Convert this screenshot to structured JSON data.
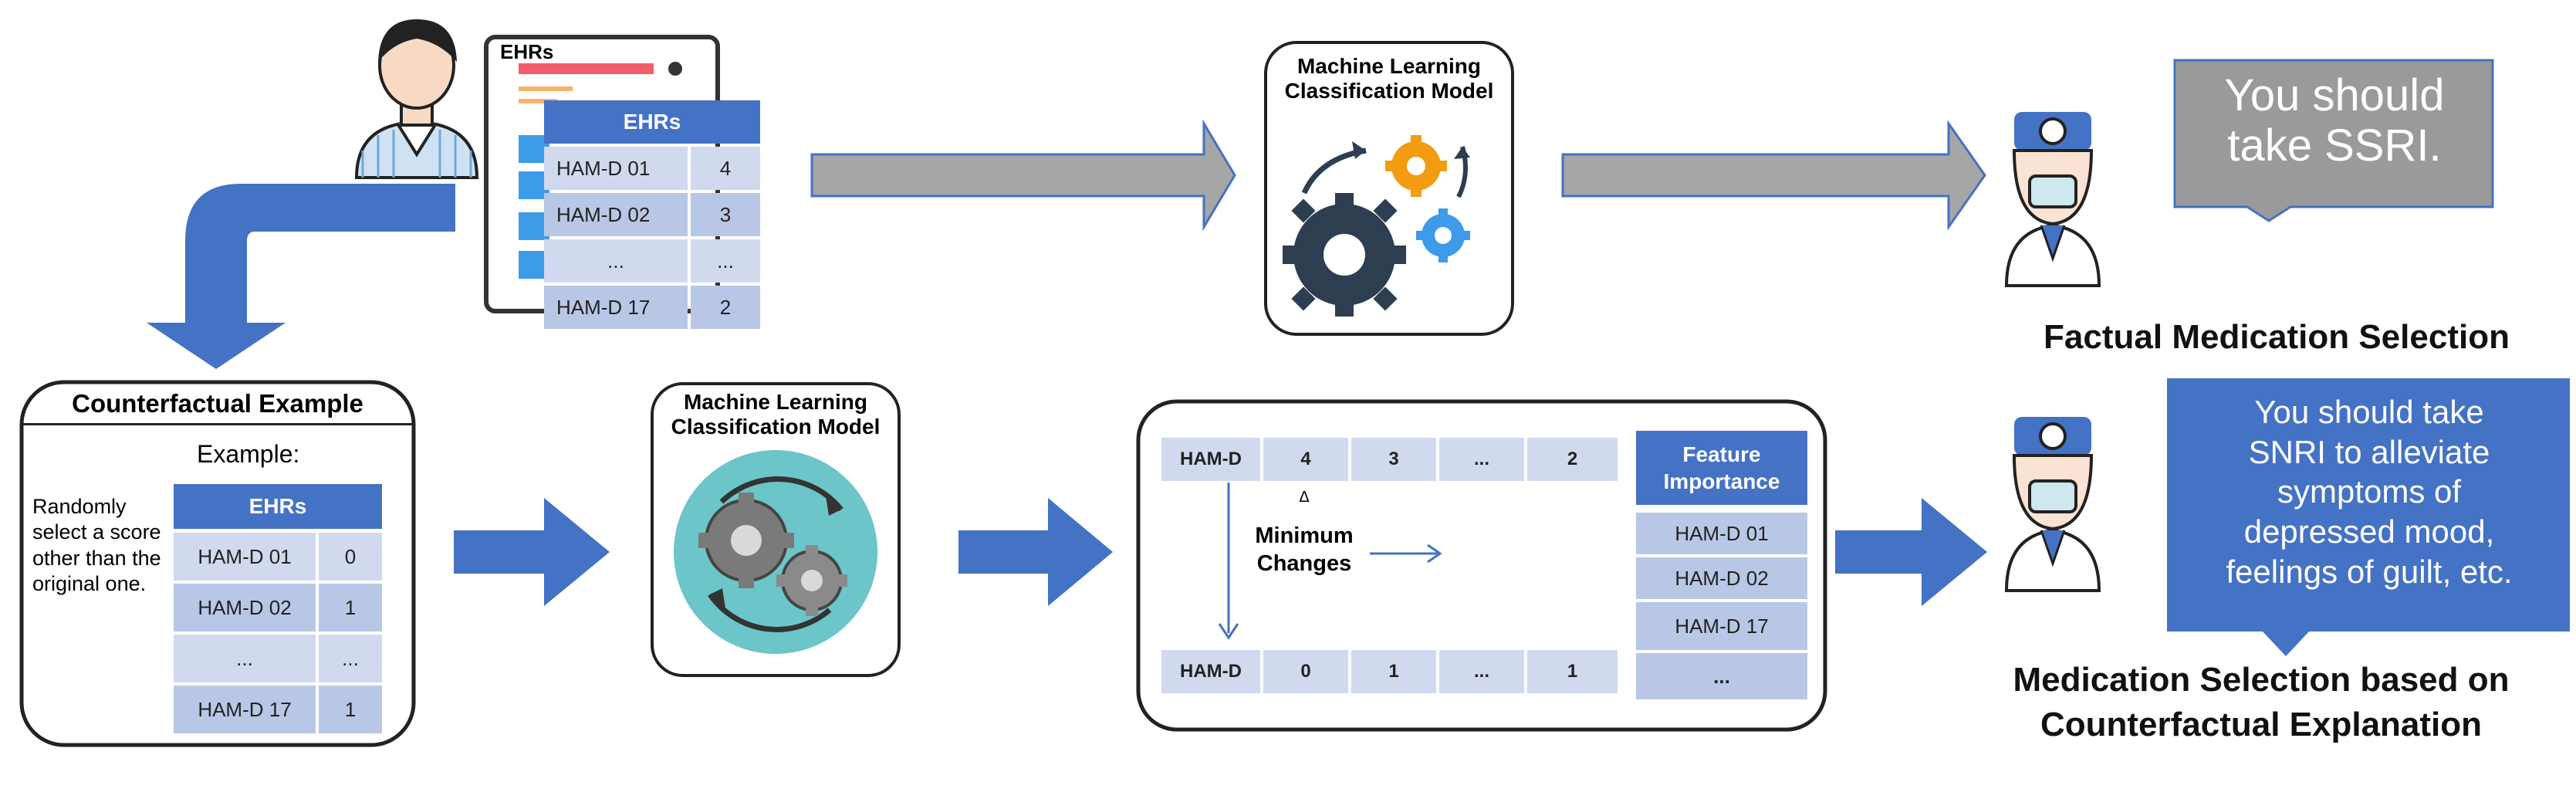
{
  "ehr_device": {
    "screen_title": "EHRs",
    "table": {
      "header": "EHRs",
      "rows": [
        [
          "HAM-D 01",
          "4"
        ],
        [
          "HAM-D 02",
          "3"
        ],
        [
          "...",
          "..."
        ],
        [
          "HAM-D 17",
          "2"
        ]
      ]
    }
  },
  "top_model": {
    "title_line1": "Machine Learning",
    "title_line2": "Classification Model"
  },
  "factual": {
    "speech": "You should take SSRI.",
    "caption": "Factual Medication Selection"
  },
  "counterfactual_card": {
    "title": "Counterfactual Example",
    "example_label": "Example:",
    "instruction": "Randomly select a score other than the original one.",
    "table": {
      "header": "EHRs",
      "rows": [
        [
          "HAM-D 01",
          "0"
        ],
        [
          "HAM-D 02",
          "1"
        ],
        [
          "...",
          "..."
        ],
        [
          "HAM-D 17",
          "1"
        ]
      ]
    }
  },
  "bottom_model": {
    "title_line1": "Machine Learning",
    "title_line2": "Classification Model"
  },
  "changes_panel": {
    "top_row": [
      "HAM-D",
      "4",
      "3",
      "...",
      "2"
    ],
    "bottom_row": [
      "HAM-D",
      "0",
      "1",
      "...",
      "1"
    ],
    "delta_symbol": "Δ",
    "change_label_line1": "Minimum",
    "change_label_line2": "Changes",
    "feature_importance": {
      "header_line1": "Feature",
      "header_line2": "Importance",
      "items": [
        "HAM-D 01",
        "HAM-D 02",
        "HAM-D 17",
        "..."
      ]
    }
  },
  "counterfactual_result": {
    "speech_lines": [
      "You should take",
      "SNRI to alleviate",
      "symptoms of",
      "depressed mood,",
      "feelings of guilt, etc."
    ],
    "caption_line1": "Medication Selection based on",
    "caption_line2": "Counterfactual Explanation"
  },
  "colors": {
    "accent_blue": "#4472c4",
    "arrow_gray": "#a6a6a6",
    "speech_gray": "#9a9a9a",
    "cell_light": "#d0d9ee",
    "gear_teal": "#6cc5c8"
  }
}
